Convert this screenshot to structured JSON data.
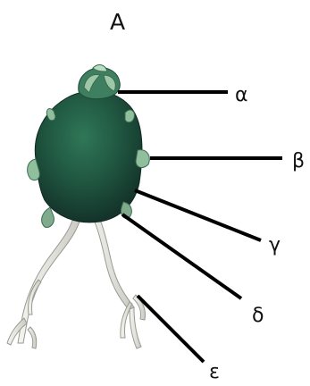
{
  "figure": {
    "title": "A",
    "labels": {
      "alpha": "α",
      "beta": "β",
      "gamma": "γ",
      "delta": "δ",
      "epsilon": "ε"
    }
  },
  "colors": {
    "body_dark": "#173a2e",
    "body_mid": "#2e6e52",
    "leaf": "#8fbf9c",
    "root": "#e8e8e4",
    "line": "#000000"
  }
}
